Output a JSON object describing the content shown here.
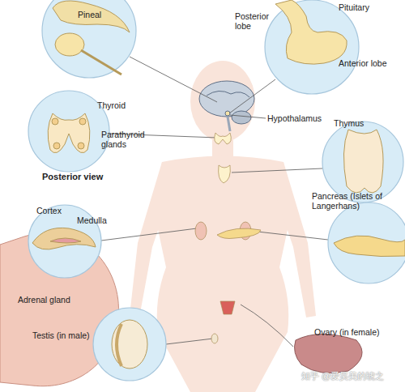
{
  "diagram": {
    "labels": [
      "Pineal",
      "Posterior lobe",
      "Pituitary",
      "Anterior lobe",
      "Hypothalamus",
      "Thyroid",
      "Parathyroid glands",
      "Posterior view",
      "Thymus",
      "Cortex",
      "Medulla",
      "Pancreas (Islets of Langerhans)",
      "Adrenal gland",
      "Testis (in male)",
      "Ovary (in female)",
      "知乎 @爱昊美的琥之"
    ]
  }
}
